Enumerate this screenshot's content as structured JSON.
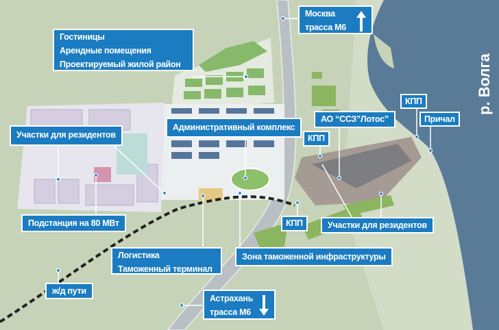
{
  "labels": {
    "moscow": {
      "line1": "Москва",
      "line2": "трасса М6",
      "icon": "arrow-up-icon"
    },
    "housing": {
      "line1": "Гостиницы",
      "line2": "Арендные помещения",
      "line3": "Проектируемый жилой район"
    },
    "residents_left": "Участки для резидентов",
    "admin": "Административный комплекс",
    "lotos": "АО “ССЗ”Лотос”",
    "kpp_top": "КПП",
    "pier": "Причал",
    "kpp_mid": "КПП",
    "substation": "Подстанция на 80 МВт",
    "kpp_bottom": "КПП",
    "residents_right": "Участки для резидентов",
    "logistics": {
      "line1": "Логистика",
      "line2": "Таможенный терминал"
    },
    "customs_zone": "Зона таможенной инфраструктуры",
    "railway": "ж/д пути",
    "astrakhan": {
      "line1": "Астрахань",
      "line2": "трасса М6",
      "icon": "arrow-down-icon"
    }
  },
  "river": "р. Волга",
  "colors": {
    "label_bg": "#1b7cc1",
    "water": "#5a7b97",
    "land": "#c6d3b8"
  }
}
